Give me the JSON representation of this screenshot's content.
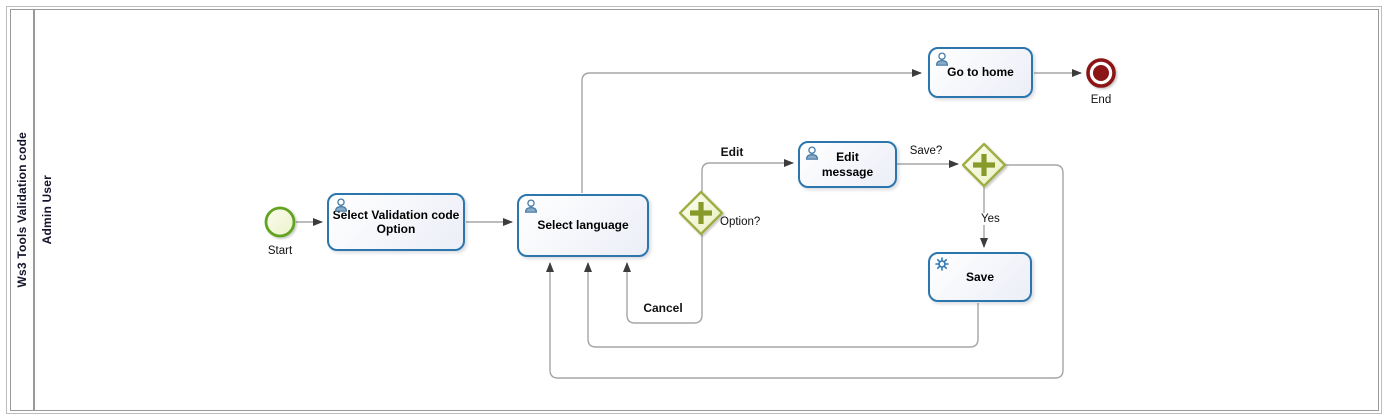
{
  "pool": {
    "title": "Ws3 Tools Validation code",
    "lane": "Admin User"
  },
  "nodes": {
    "start": {
      "type": "start-event",
      "label": "Start"
    },
    "end": {
      "type": "end-event",
      "label": "End"
    },
    "select_validation": {
      "type": "user-task",
      "label": "Select Validation code Option",
      "icon": "user-icon"
    },
    "select_language": {
      "type": "user-task",
      "label": "Select language",
      "icon": "user-icon"
    },
    "edit_message": {
      "type": "user-task",
      "label": "Edit message",
      "icon": "user-icon"
    },
    "go_home": {
      "type": "user-task",
      "label": "Go to home",
      "icon": "user-icon"
    },
    "save": {
      "type": "service-task",
      "label": "Save",
      "icon": "gear-icon"
    },
    "gateway_option": {
      "type": "parallel-gateway",
      "label": "Option?"
    },
    "gateway_save": {
      "type": "parallel-gateway",
      "label": ""
    }
  },
  "flow_labels": {
    "edit": "Edit",
    "save_question": "Save?",
    "yes": "Yes",
    "cancel": "Cancel"
  },
  "colors": {
    "task_border": "#2a76ad",
    "task_fill_end": "#eceef7",
    "gateway_border": "#a0ad44",
    "gateway_plus": "#889a2c",
    "start_border": "#64a321",
    "end_color": "#8c1717",
    "flow_line": "#a6a6a6",
    "arrowhead": "#3c3c3c",
    "icon_blue": "#3d7eb0"
  }
}
